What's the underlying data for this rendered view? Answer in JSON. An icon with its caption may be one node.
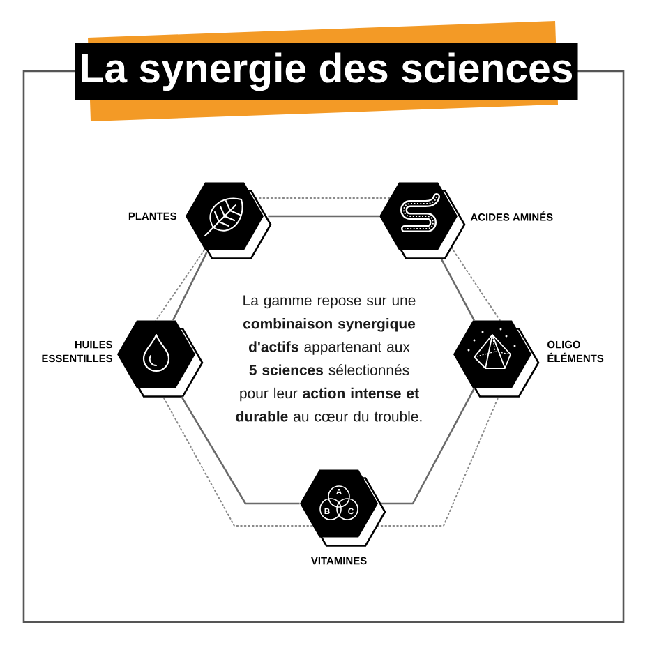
{
  "diagram": {
    "title": "La synergie des sciences",
    "nodes": [
      {
        "text": [
          "PLANTES"
        ]
      },
      {
        "text": [
          "ACIDES AMINÉS"
        ]
      },
      {
        "text": [
          "HUILES ESSENTILLES"
        ]
      },
      {
        "text": [
          "OLIGO ÉLÉMENTS"
        ]
      },
      {
        "text": [
          "VITAMINES",
          "A",
          "B",
          "C"
        ]
      }
    ],
    "edges": [
      {
        "from": 0,
        "to": 1,
        "arrow": "none"
      },
      {
        "from": 1,
        "to": 3,
        "arrow": "none"
      },
      {
        "from": 3,
        "to": 4,
        "arrow": "none"
      },
      {
        "from": 4,
        "to": 2,
        "arrow": "none"
      },
      {
        "from": 2,
        "to": 0,
        "arrow": "none"
      }
    ],
    "labels": [
      "La gamme repose sur une **combinaison synergique d'actifs** appartenant aux **5 sciences** sélectionnés pour leur **action intense et durable** au cœur du trouble."
    ]
  }
}
